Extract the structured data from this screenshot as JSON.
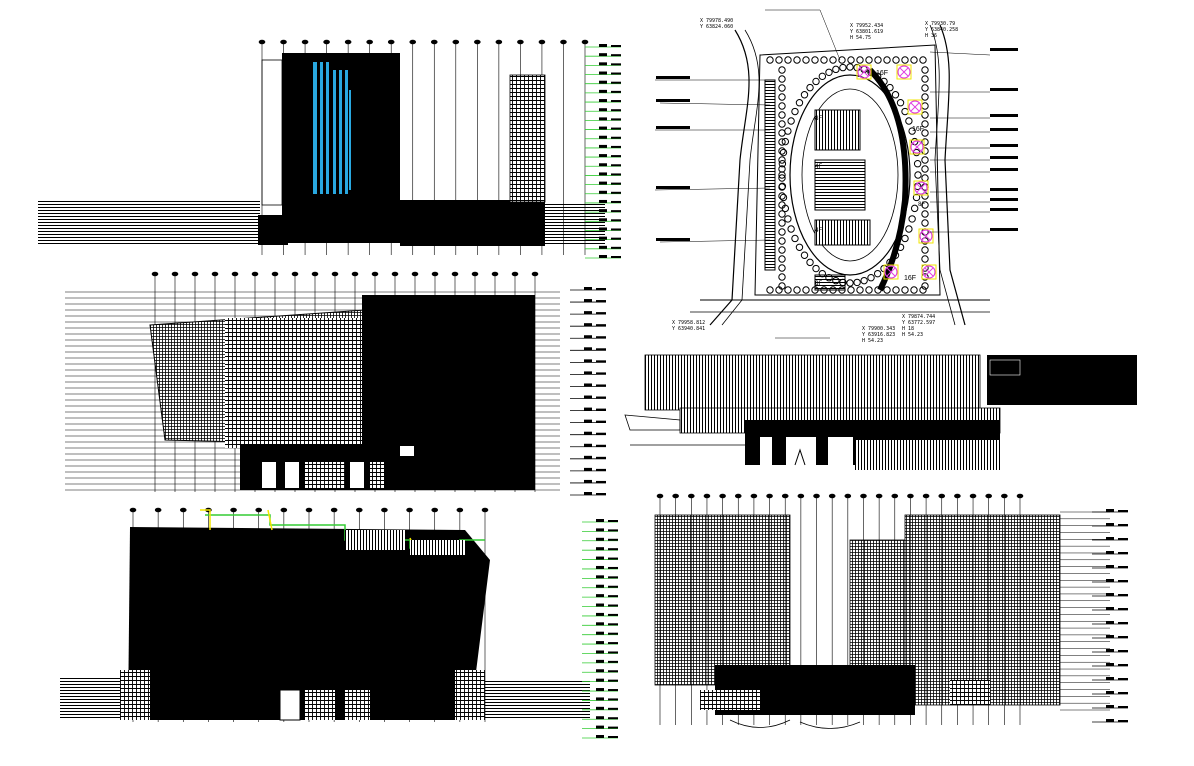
{
  "drawing": {
    "panels": [
      {
        "name": "elevation-top-left"
      },
      {
        "name": "site-plan"
      },
      {
        "name": "elevation-middle-left"
      },
      {
        "name": "section-middle-right"
      },
      {
        "name": "elevation-bottom-left"
      },
      {
        "name": "elevation-bottom-right"
      }
    ],
    "site_plan": {
      "coord_top_left": [
        "X 79978.490",
        "Y 63824.060"
      ],
      "coord_top_mid": [
        "X 79952.434",
        "Y 63801.619",
        "H 54.75"
      ],
      "coord_top_right": [
        "X 79930.79",
        "Y 63840.258",
        "H 36"
      ],
      "coord_bottom_left": [
        "X 79958.812",
        "Y 63940.841"
      ],
      "coord_bottom_mid": [
        "X 79900.343",
        "Y 63916.823",
        "H 54.23"
      ],
      "coord_bottom_right": [
        "X 79874.744",
        "Y 63772.597",
        "H 18",
        "H 54.23"
      ],
      "tower_labels": [
        "16F",
        "16F",
        "16F"
      ],
      "block_labels": [
        "8F",
        "4F",
        "4F",
        "8F",
        "8F"
      ]
    },
    "colors": {
      "line": "#000000",
      "glass_blue": "#29a8e0",
      "level_green": "#33cc33",
      "marker_yellow": "#f2e600",
      "tree_magenta": "#e040e0",
      "paper": "#ffffff"
    }
  }
}
